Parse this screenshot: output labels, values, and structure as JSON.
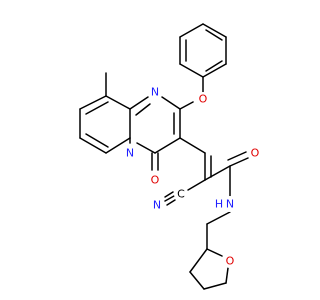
{
  "diagram": {
    "type": "chemical-structure",
    "colors": {
      "bond": "#000000",
      "oxygen": "#e00000",
      "nitrogen": "#1f1fff"
    },
    "atom_labels": {
      "ring_n_top": "N",
      "ring_n_bottom": "N",
      "ether_o": "O",
      "carbonyl_o_ring": "O",
      "nitrile_n": "N",
      "nitrile_c": "C",
      "amide_o": "O",
      "amide_nh": "H",
      "amide_n": "N",
      "thf_o": "O"
    }
  }
}
